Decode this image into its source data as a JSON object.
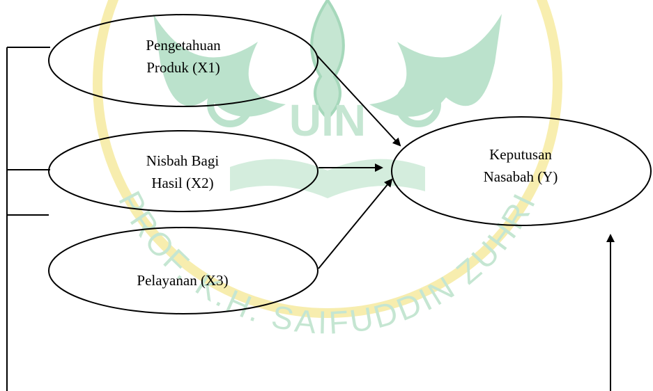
{
  "watermark": {
    "logo_text": "UIN",
    "arc_text": "PROF. K.H. SAIFUDDIN ZUHRI",
    "green": "#5fb98a",
    "yellow": "#f3e27a"
  },
  "nodes": {
    "x1": {
      "line1": "Pengetahuan",
      "line2": "Produk (X1)"
    },
    "x2": {
      "line1": "Nisbah Bagi",
      "line2": "Hasil (X2)"
    },
    "x3": {
      "line1": "Pelayanan (X3)"
    },
    "y": {
      "line1": "Keputusan",
      "line2": "Nasabah (Y)"
    }
  },
  "colors": {
    "stroke": "#000000",
    "fill": "#ffffff"
  }
}
